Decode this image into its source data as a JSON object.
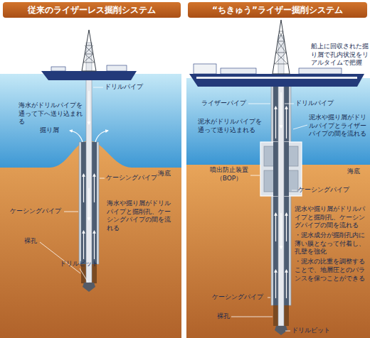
{
  "diagram": {
    "nodes": [
      {
        "text": [
          "従来のライザーレス掘削システム"
        ]
      },
      {
        "text": [
          "“ちきゅう”ライザー掘削システム"
        ]
      }
    ],
    "labels": [
      "ドリルパイプ",
      "海水がドリルパイプを通って下へ送り込まれる",
      "掘り屑",
      "海底",
      "ケーシングパイプ",
      "ケーシングパイプ",
      "海水や掘り屑がドリルパイプと掘削孔、ケーシングパイプの間を流れる",
      "裸孔",
      "ドリルビット",
      "船上に回収された掘り屑で孔内状況をリアルタイムで把握",
      "ライザーパイプ",
      "ドリルパイプ",
      "泥水がドリルパイプを通って送り込まれる",
      "泥水や掘り屑がドリルパイプとライザーパイプの間を流れる",
      "噴出防止装置 （BOP）",
      "海底",
      "ケーシングパイプ",
      "泥水や掘り屑がドリルパイプと掘削孔、ケーシングパイプの間を流れる",
      "・泥水成分が掘削孔内に薄い膜となって付着し、孔壁を強化",
      "・泥水の比重を調整することで、地層圧とのバランスを保つことができる",
      "ケーシングパイプ",
      "裸孔",
      "ドリルビット"
    ]
  }
}
